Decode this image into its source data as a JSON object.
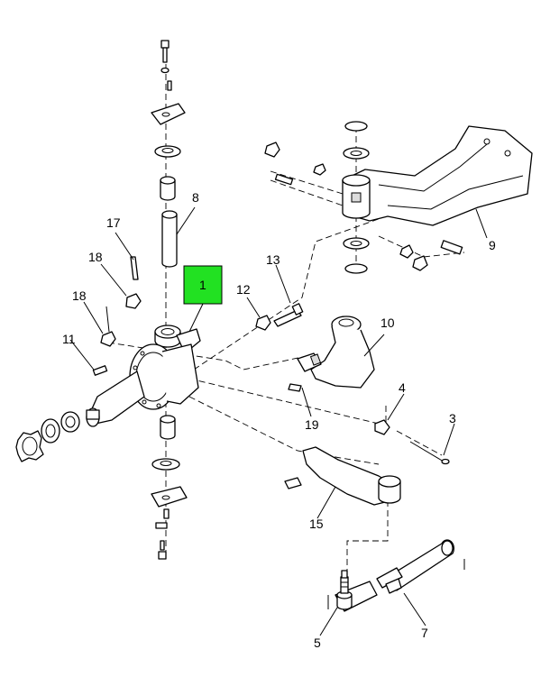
{
  "diagram": {
    "highlighted_callout": "1",
    "highlight_color": "#22e122",
    "callouts": {
      "c1": "1",
      "c3": "3",
      "c4": "4",
      "c5": "5",
      "c7": "7",
      "c8": "8",
      "c9": "9",
      "c10": "10",
      "c11": "11",
      "c12": "12",
      "c13": "13",
      "c15": "15",
      "c17": "17",
      "c18a": "18",
      "c18b": "18",
      "c19": "19"
    }
  }
}
